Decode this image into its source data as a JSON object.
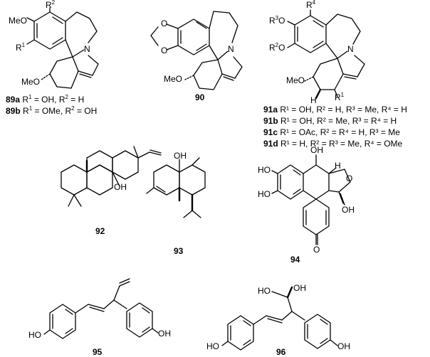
{
  "compounds": {
    "c89": {
      "atoms": {
        "r2": "R",
        "r2_sup": "2",
        "meo_top": "MeO",
        "r1": "R",
        "r1_sup": "1",
        "n": "N",
        "meo_bottom": "MeO"
      },
      "legend": [
        {
          "id": "89a",
          "text_a": " R",
          "sup_a": "1",
          "text_b": " = OH, R",
          "sup_b": "2",
          "text_c": " = H"
        },
        {
          "id": "89b",
          "text_a": " R",
          "sup_a": "1",
          "text_b": " = OMe, R",
          "sup_b": "2",
          "text_c": " = OH"
        }
      ]
    },
    "c90": {
      "atoms": {
        "o1": "O",
        "o2": "O",
        "n": "N",
        "meo": "MeO"
      },
      "label": "90"
    },
    "c91": {
      "atoms": {
        "r4": "R",
        "r4_sup": "4",
        "r3o": "R",
        "r3_sup": "3",
        "r3o_tail": "O",
        "r2o": "R",
        "r2_sup": "2",
        "r2o_tail": "O",
        "n": "N",
        "meo": "MeO",
        "h": "H",
        "r1": "R",
        "r1_sup": "1"
      },
      "legend": [
        {
          "id": "91a",
          "text": " R¹ = OH, R² = H, R³ = Me, R⁴ = H"
        },
        {
          "id": "91b",
          "text": " R¹ = OH, R² = Me, R³ = R⁴ = H"
        },
        {
          "id": "91c",
          "text": " R¹ = OAc, R² = R⁴ = H, R³ = Me"
        },
        {
          "id": "91d",
          "text": " R¹ = H, R² = R³ = Me, R⁴ = OMe"
        }
      ]
    },
    "c92": {
      "atoms": {
        "oh": "OH"
      },
      "label": "92"
    },
    "c93": {
      "atoms": {
        "oh": "OH"
      },
      "label": "93"
    },
    "c94": {
      "atoms": {
        "oh_top": "OH",
        "h": "H",
        "o_ring": "O",
        "ho1": "HO",
        "ho2": "HO",
        "oh_right": "OH",
        "o_ketone": "O"
      },
      "label": "94"
    },
    "c95": {
      "atoms": {
        "ho": "HO",
        "oh": "OH"
      },
      "label": "95"
    },
    "c96": {
      "atoms": {
        "ho_top": "HO",
        "oh_top": "OH",
        "ho": "HO",
        "oh": "OH"
      },
      "label": "96"
    }
  }
}
